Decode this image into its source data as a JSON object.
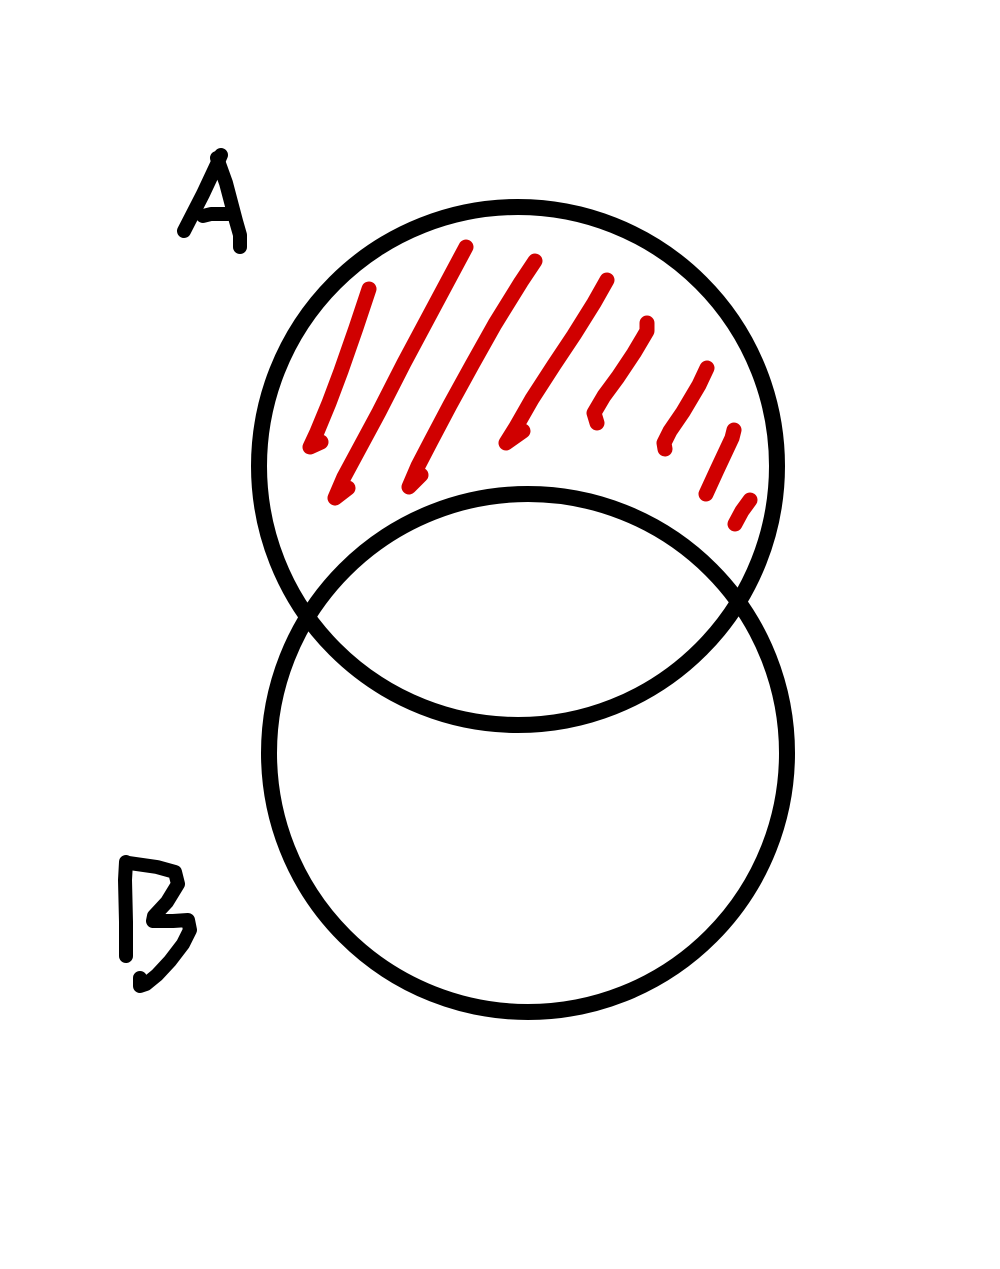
{
  "diagram": {
    "type": "venn",
    "sets": [
      {
        "id": "A",
        "label": "A"
      },
      {
        "id": "B",
        "label": "B"
      }
    ],
    "shaded_region": "A minus B",
    "colors": {
      "outline": "#000000",
      "shading": "#d00000",
      "background": "#ffffff"
    }
  }
}
